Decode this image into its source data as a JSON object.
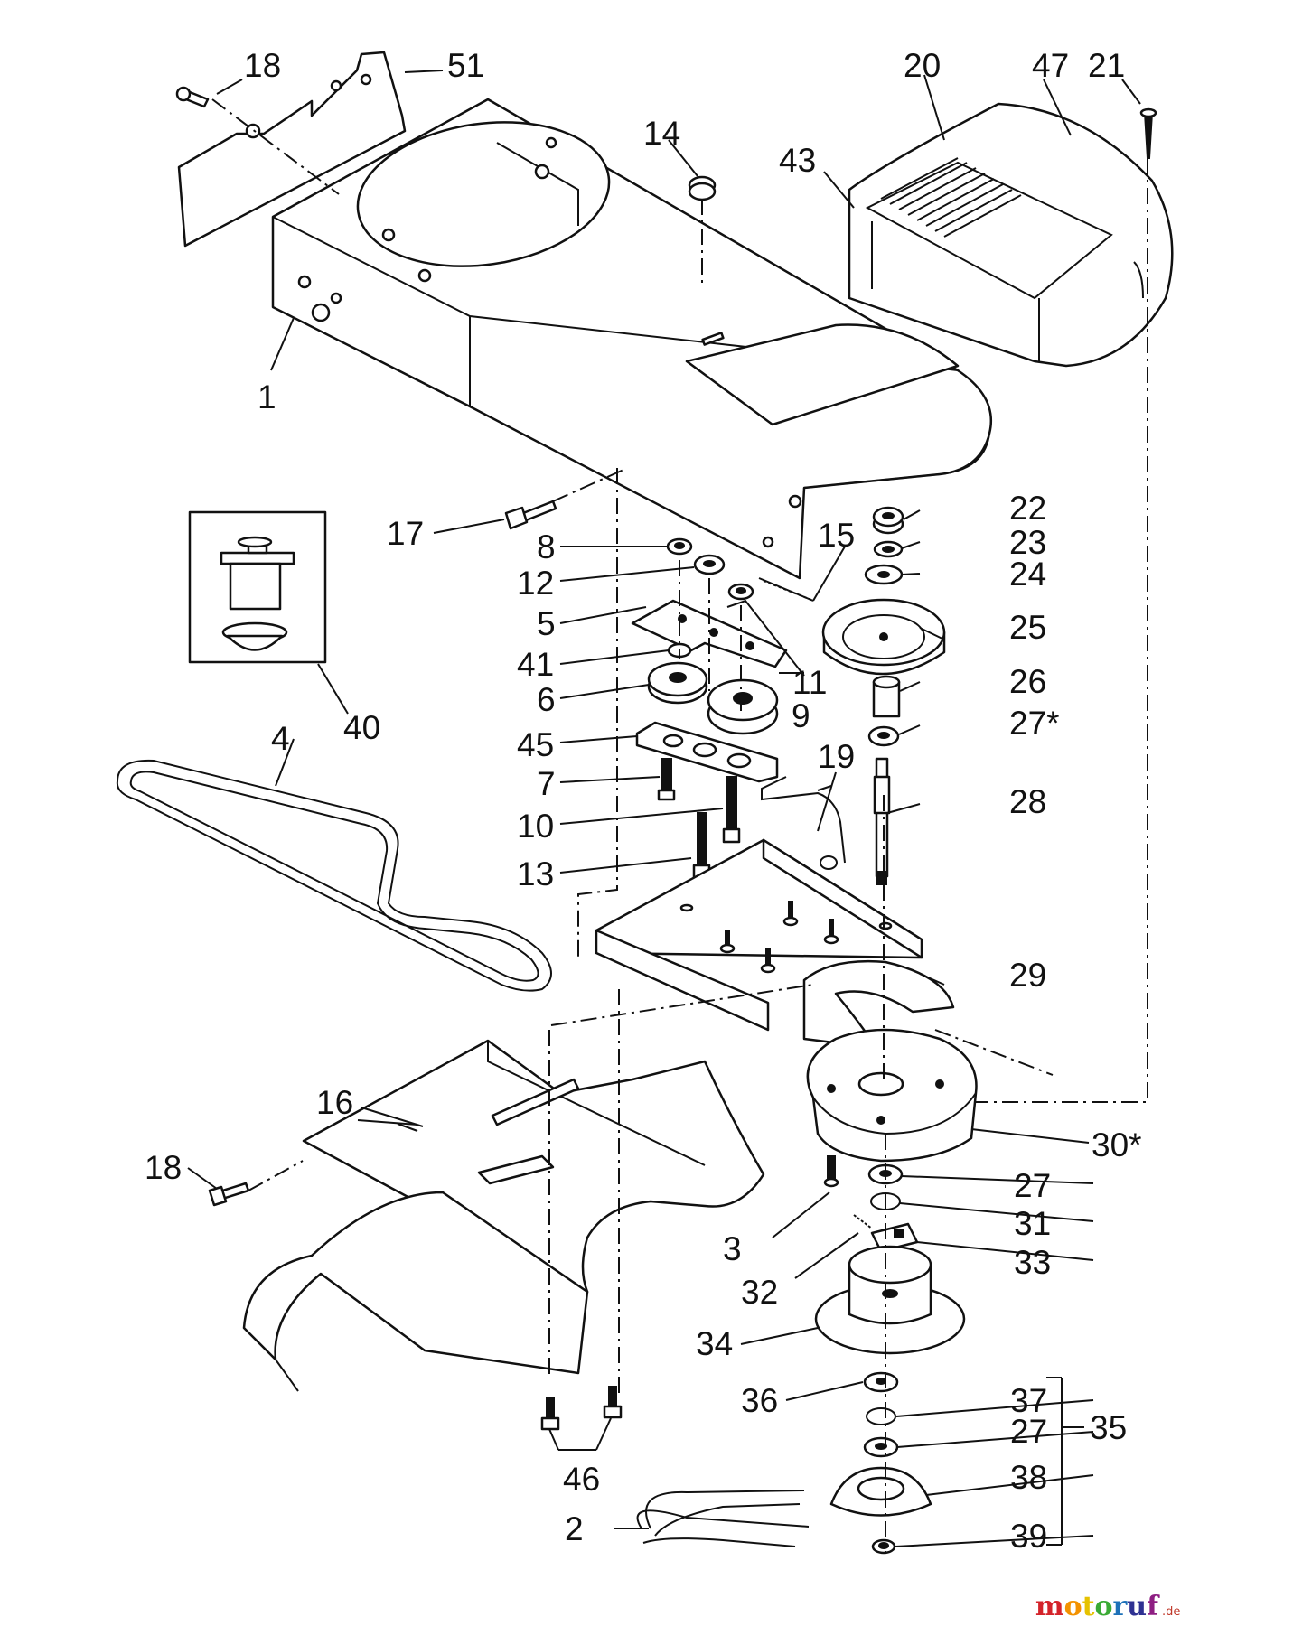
{
  "labels": {
    "l1": "1",
    "l2": "2",
    "l3": "3",
    "l4": "4",
    "l5": "5",
    "l6": "6",
    "l7": "7",
    "l8": "8",
    "l9": "9",
    "l10": "10",
    "l11": "11",
    "l12": "12",
    "l13": "13",
    "l14": "14",
    "l15": "15",
    "l16": "16",
    "l17": "17",
    "l18a": "18",
    "l18b": "18",
    "l19": "19",
    "l20": "20",
    "l21": "21",
    "l22": "22",
    "l23": "23",
    "l24": "24",
    "l25": "25",
    "l26": "26",
    "l27a": "27*",
    "l27b": "27",
    "l27c": "27",
    "l28": "28",
    "l29": "29",
    "l30": "30*",
    "l31": "31",
    "l32": "32",
    "l33": "33",
    "l34": "34",
    "l35": "35",
    "l36": "36",
    "l37": "37",
    "l38": "38",
    "l39": "39",
    "l40": "40",
    "l41": "41",
    "l43": "43",
    "l45": "45",
    "l46": "46",
    "l47": "47",
    "l51": "51"
  },
  "watermark": {
    "letters": [
      "m",
      "o",
      "t",
      "o",
      "r",
      "u",
      "f"
    ],
    "colors": [
      "#d4232a",
      "#f39200",
      "#e6c200",
      "#3aaa35",
      "#1d71b8",
      "#2e3192",
      "#8e1e82"
    ],
    "suffix": ".de"
  }
}
